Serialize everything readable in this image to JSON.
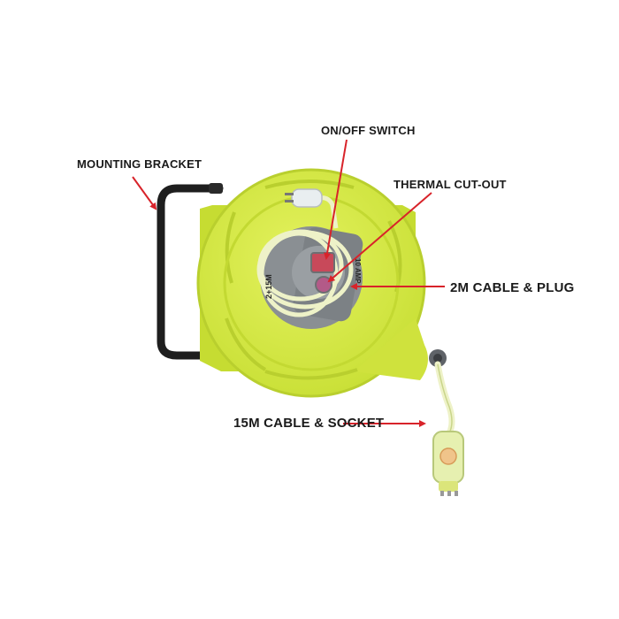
{
  "labels": {
    "mounting_bracket": "MOUNTING BRACKET",
    "on_off_switch": "ON/OFF SWITCH",
    "thermal_cut_out": "THERMAL CUT-OUT",
    "cable_plug": "2M CABLE & PLUG",
    "cable_socket": "15M CABLE & SOCKET"
  },
  "hub_text": {
    "rating": "10 AMP",
    "length": "2+15M"
  },
  "colors": {
    "reel_body": "#d9ec4a",
    "reel_shadow": "#b9cf2e",
    "hub_grey": "#8a8f93",
    "bracket": "#1e1e1e",
    "arrow_red": "#d8232a",
    "cable": "#eef2c8"
  }
}
